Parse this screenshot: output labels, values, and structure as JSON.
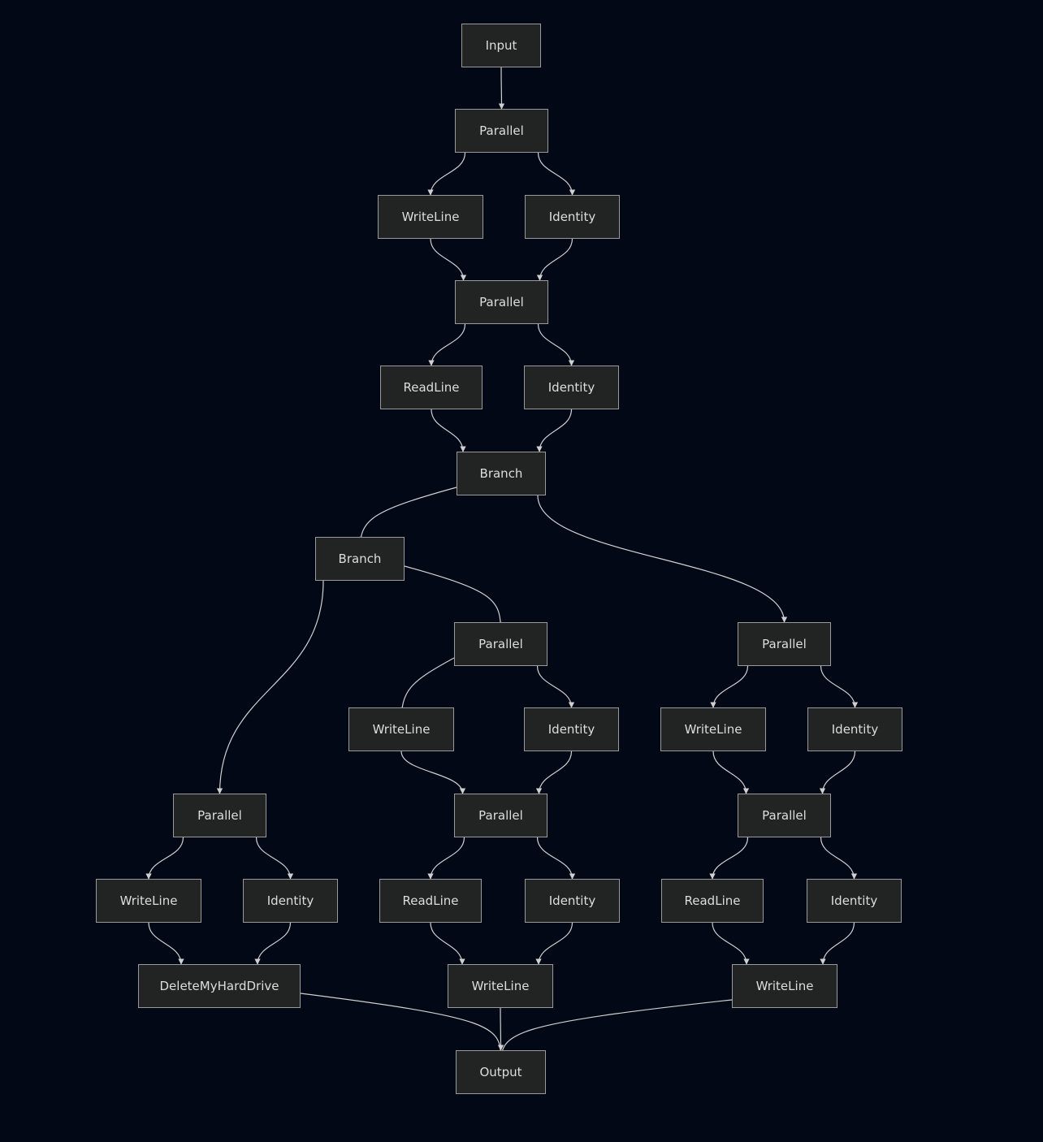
{
  "colors": {
    "background": "#030816",
    "node_fill": "#222323",
    "node_border": "#9a9a9a",
    "edge": "#d0d0d0",
    "text": "#dddddd"
  },
  "nodes": [
    {
      "id": "n0",
      "label": "Input"
    },
    {
      "id": "n1",
      "label": "Parallel"
    },
    {
      "id": "n2",
      "label": "WriteLine"
    },
    {
      "id": "n3",
      "label": "Identity"
    },
    {
      "id": "n4",
      "label": "Parallel"
    },
    {
      "id": "n5",
      "label": "ReadLine"
    },
    {
      "id": "n6",
      "label": "Identity"
    },
    {
      "id": "n7",
      "label": "Branch"
    },
    {
      "id": "n8",
      "label": "Branch"
    },
    {
      "id": "n9",
      "label": "Parallel"
    },
    {
      "id": "n10",
      "label": "Parallel"
    },
    {
      "id": "n11",
      "label": "WriteLine"
    },
    {
      "id": "n12",
      "label": "Identity"
    },
    {
      "id": "n13",
      "label": "WriteLine"
    },
    {
      "id": "n14",
      "label": "Identity"
    },
    {
      "id": "n15",
      "label": "Parallel"
    },
    {
      "id": "n16",
      "label": "Parallel"
    },
    {
      "id": "n17",
      "label": "Parallel"
    },
    {
      "id": "n18",
      "label": "WriteLine"
    },
    {
      "id": "n19",
      "label": "Identity"
    },
    {
      "id": "n20",
      "label": "ReadLine"
    },
    {
      "id": "n21",
      "label": "Identity"
    },
    {
      "id": "n22",
      "label": "ReadLine"
    },
    {
      "id": "n23",
      "label": "Identity"
    },
    {
      "id": "n24",
      "label": "DeleteMyHardDrive"
    },
    {
      "id": "n25",
      "label": "WriteLine"
    },
    {
      "id": "n26",
      "label": "WriteLine"
    },
    {
      "id": "n27",
      "label": "Output"
    }
  ],
  "edges": [
    [
      "n0",
      "n1"
    ],
    [
      "n1",
      "n2"
    ],
    [
      "n1",
      "n3"
    ],
    [
      "n2",
      "n4"
    ],
    [
      "n3",
      "n4"
    ],
    [
      "n4",
      "n5"
    ],
    [
      "n4",
      "n6"
    ],
    [
      "n5",
      "n7"
    ],
    [
      "n6",
      "n7"
    ],
    [
      "n7",
      "n8"
    ],
    [
      "n7",
      "n10"
    ],
    [
      "n8",
      "n15"
    ],
    [
      "n8",
      "n9"
    ],
    [
      "n9",
      "n11"
    ],
    [
      "n9",
      "n12"
    ],
    [
      "n11",
      "n16"
    ],
    [
      "n12",
      "n16"
    ],
    [
      "n10",
      "n13"
    ],
    [
      "n10",
      "n14"
    ],
    [
      "n13",
      "n17"
    ],
    [
      "n14",
      "n17"
    ],
    [
      "n15",
      "n18"
    ],
    [
      "n15",
      "n19"
    ],
    [
      "n18",
      "n24"
    ],
    [
      "n19",
      "n24"
    ],
    [
      "n16",
      "n20"
    ],
    [
      "n16",
      "n21"
    ],
    [
      "n20",
      "n25"
    ],
    [
      "n21",
      "n25"
    ],
    [
      "n17",
      "n22"
    ],
    [
      "n17",
      "n23"
    ],
    [
      "n22",
      "n26"
    ],
    [
      "n23",
      "n26"
    ],
    [
      "n24",
      "n27"
    ],
    [
      "n25",
      "n27"
    ],
    [
      "n26",
      "n27"
    ]
  ]
}
